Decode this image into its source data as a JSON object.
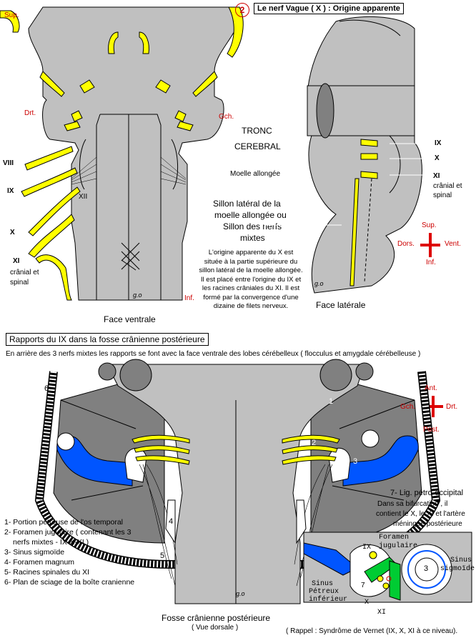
{
  "colors": {
    "nerve": "#ffff00",
    "nerve_stroke": "#000000",
    "tissue": "#c0c0c0",
    "dark_tissue": "#808080",
    "sinus": "#0055ff",
    "green": "#00cc33",
    "red_label": "#cc0000"
  },
  "top": {
    "number": "2",
    "title": "Le nerf  Vague ( X )  : Origine apparente",
    "labels": {
      "sup": "Sup.",
      "drt": "Drt.",
      "gch": "Gch.",
      "inf": "Inf.",
      "viii": "VIII",
      "ix": "IX",
      "x": "X",
      "xi": "XI",
      "xii": "XII",
      "cranial_spinal_left_1": "crânial et",
      "cranial_spinal_left_2": "spinal",
      "signature_left": "g.o",
      "face_ventrale": "Face ventrale",
      "tronc": "TRONC",
      "cerebral": "CEREBRAL",
      "moelle": "Moelle allongée",
      "sillon_1": "Sillon latéral de la",
      "sillon_2": "moelle allongée ou",
      "sillon_3": "Sillon des nerfs",
      "sillon_4": "mixtes",
      "origin_text": "L'origine apparente du X est située à la partie supérieure du sillon latéral de la moelle allongée.  Il est placé entre l'origine du IX et les racines crâniales du XI. Il est formé par la convergence d'une dizaine de filets nerveux.",
      "lat_ix": "IX",
      "lat_x": "X",
      "lat_xi": "XI",
      "lat_cranial_1": "crânial et",
      "lat_cranial_2": "spinal",
      "signature_right": "g.o",
      "face_laterale": "Face latérale",
      "cross_sup": "Sup.",
      "cross_dors": "Dors.",
      "cross_vent": "Vent.",
      "cross_inf": "Inf."
    }
  },
  "bottom": {
    "title": "Rapports du IX dans la fosse crânienne postérieure",
    "subtitle": "En arrière des 3 nerfs mixtes les rapports se font avec la face ventrale des lobes cérébelleux ( flocculus et  amygdale  cérébelleuse )",
    "cross_ant": "Ant.",
    "cross_gch": "Gch.",
    "cross_drt": "Drt.",
    "cross_post": "Post.",
    "num_1": "1",
    "num_2": "2",
    "num_3": "3",
    "num_4": "4",
    "num_5": "5",
    "num_6": "6",
    "legend": [
      "1- Portion pétreuse de l'os temporal",
      "2- Foramen jugulaire  ( contenant les 3",
      "    nerfs mixtes - IX-X-XI )",
      "3- Sinus sigmoïde",
      "4- Foramen magnum",
      "5- Racines spinales du XI",
      "6- Plan de sciage de la boîte  cranienne"
    ],
    "lig_title": "7- Lig. pétro-occipital",
    "lig_1": "Dans sa bifurcation , il",
    "lig_2": "contient le X, le XI et l'artère",
    "lig_3": "méningée postérieure",
    "signature": "g.o",
    "caption_1": "Fosse crânienne postérieure",
    "caption_2": "( Vue dorsale )",
    "inset": {
      "foramen_1": "Foramen",
      "foramen_2": "jugulaire",
      "ix": "IX",
      "sinus_sig_1": "Sinus",
      "sinus_sig_2": "sigmoïde",
      "sinus_pet_1": "Sinus",
      "sinus_pet_2": "Pétreux",
      "sinus_pet_3": "inférieur",
      "seven": "7",
      "three": "3",
      "x": "X",
      "xi": "XI"
    },
    "rappel": "( Rappel : Syndrôme de Vernet (IX, X, XI à ce niveau)."
  }
}
